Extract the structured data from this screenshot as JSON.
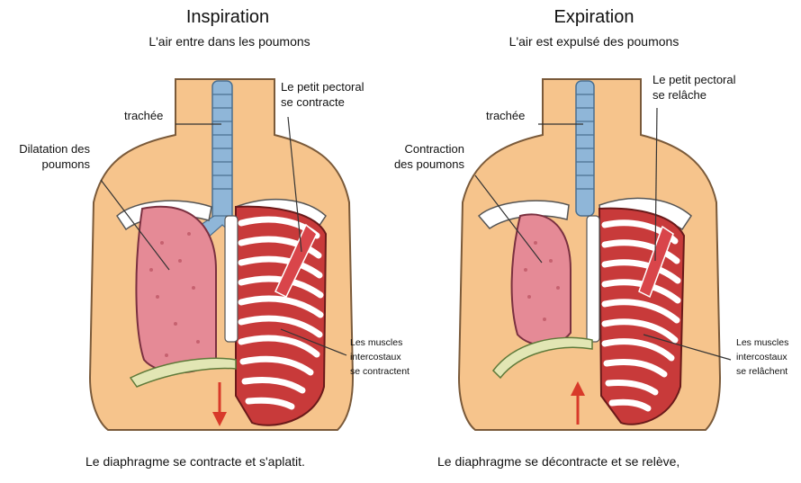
{
  "panels": [
    {
      "title": "Inspiration",
      "subtitle": "L'air entre dans les poumons",
      "labels": {
        "trachea": "trachée",
        "lungs_line1": "Dilatation des",
        "lungs_line2": "poumons",
        "pectoral_line1": "Le petit pectoral",
        "pectoral_line2": "se contracte",
        "intercostal_line1": "Les muscles",
        "intercostal_line2": "intercostaux",
        "intercostal_line3": "se contractent"
      },
      "caption": "Le diaphragme se contracte et s'aplatit.",
      "arrow_direction": "down"
    },
    {
      "title": "Expiration",
      "subtitle": "L'air est expulsé des poumons",
      "labels": {
        "trachea": "trachée",
        "lungs_line1": "Contraction",
        "lungs_line2": "des poumons",
        "pectoral_line1": "Le petit pectoral",
        "pectoral_line2": "se relâche",
        "intercostal_line1": "Les muscles",
        "intercostal_line2": "intercostaux",
        "intercostal_line3": "se relâchent"
      },
      "caption": "Le diaphragme se décontracte et se relève,",
      "arrow_direction": "up"
    }
  ],
  "colors": {
    "skin": "#f6c48c",
    "skin_outline": "#7a5a3a",
    "lung": "#e58a96",
    "lung_dark": "#b9505f",
    "trachea": "#8fb6d8",
    "rib_muscle": "#c83a3a",
    "bone": "#ffffff",
    "diaphragm": "#e2e6b4",
    "arrow": "#d83a2a"
  }
}
